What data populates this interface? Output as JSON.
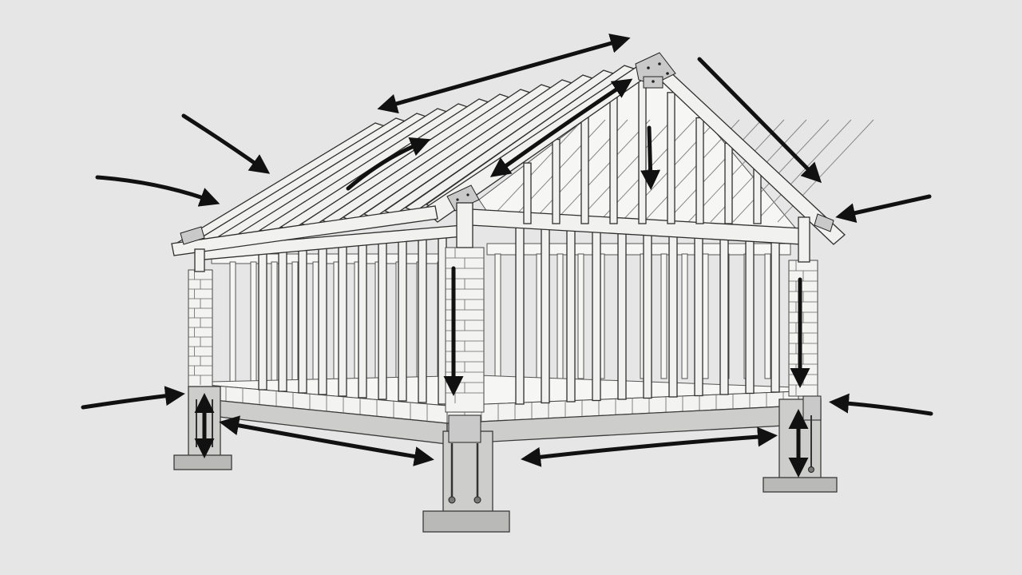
{
  "colors": {
    "background": "#e6e6e6",
    "ink": "#111111",
    "wood": "#f1f1ef",
    "concrete": "#cdcdcb"
  },
  "icons": {
    "force_arrow": "black-arrow",
    "bidirectional_arrow": "double-headed-arrow"
  },
  "components": [
    "gable-roof-rafters",
    "ridge-connector",
    "wall-studs",
    "top-beam",
    "masonry-columns",
    "floor-platform",
    "concrete-footings",
    "anchor-bolts"
  ]
}
